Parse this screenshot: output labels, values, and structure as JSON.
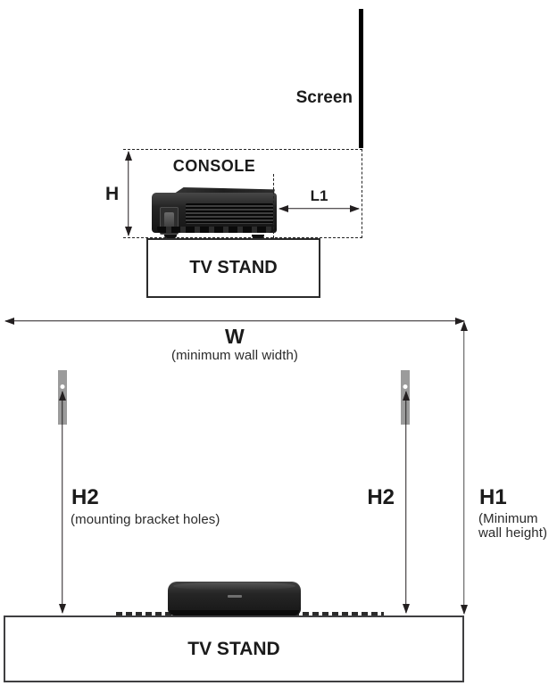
{
  "colors": {
    "line": "#231f20",
    "border": "#3f3f41",
    "bracket": "#9b9b9b",
    "text": "#1b1b1b"
  },
  "top": {
    "screen_label": "Screen",
    "console_label": "CONSOLE",
    "h_label": "H",
    "l1_label": "L1",
    "tv_stand_label": "TV STAND"
  },
  "bottom": {
    "w_label": "W",
    "w_sublabel": "(minimum wall width)",
    "h2_left_label": "H2",
    "h2_left_sublabel": "(mounting bracket holes)",
    "h2_right_label": "H2",
    "h1_label": "H1",
    "h1_sublabel_line1": "(Minimum",
    "h1_sublabel_line2": "wall height)",
    "tv_stand_label": "TV STAND"
  }
}
